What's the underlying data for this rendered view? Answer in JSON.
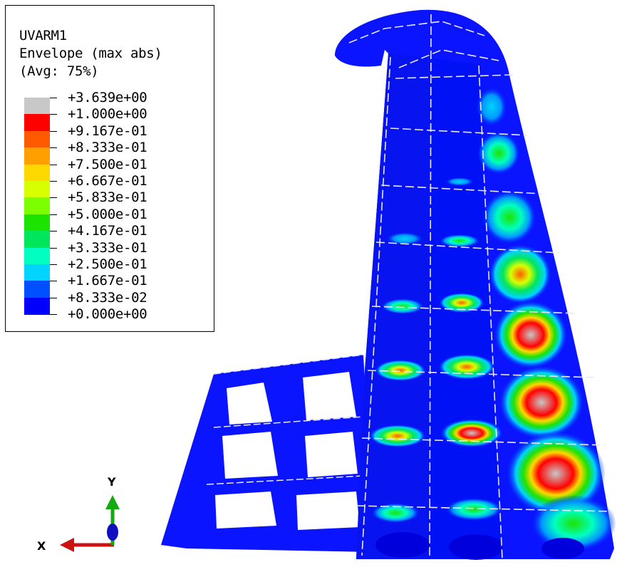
{
  "legend": {
    "variable": "UVARM1",
    "step": "Envelope (max abs)",
    "averaging": "(Avg: 75%)",
    "entries": [
      {
        "label": "+3.639e+00",
        "color": "#c8c8c8"
      },
      {
        "label": "+1.000e+00",
        "color": "#ff0000"
      },
      {
        "label": "+9.167e-01",
        "color": "#ff5a00"
      },
      {
        "label": "+8.333e-01",
        "color": "#ffa000"
      },
      {
        "label": "+7.500e-01",
        "color": "#ffd800"
      },
      {
        "label": "+6.667e-01",
        "color": "#d8ff00"
      },
      {
        "label": "+5.833e-01",
        "color": "#7cff00"
      },
      {
        "label": "+5.000e-01",
        "color": "#1de300"
      },
      {
        "label": "+4.167e-01",
        "color": "#00e65a"
      },
      {
        "label": "+3.333e-01",
        "color": "#00ffc0"
      },
      {
        "label": "+2.500e-01",
        "color": "#00d4ff"
      },
      {
        "label": "+1.667e-01",
        "color": "#0096ff"
      },
      {
        "label": "+8.333e-02",
        "color": "#0050ff"
      },
      {
        "label": "+0.000e+00",
        "color": "#0000ff"
      }
    ]
  },
  "triad": {
    "x_label": "X",
    "y_label": "Y"
  },
  "colors": {
    "model_base": "#0a14ff",
    "edge": "#e8e8ff"
  }
}
